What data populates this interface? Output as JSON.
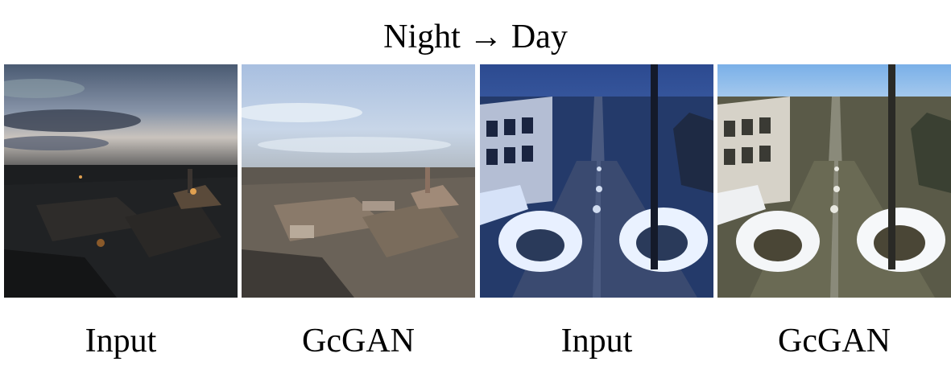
{
  "figure": {
    "title": "Night → Day",
    "panels": [
      {
        "caption": "Input"
      },
      {
        "caption": "GcGAN"
      },
      {
        "caption": "Input"
      },
      {
        "caption": "GcGAN"
      }
    ]
  }
}
